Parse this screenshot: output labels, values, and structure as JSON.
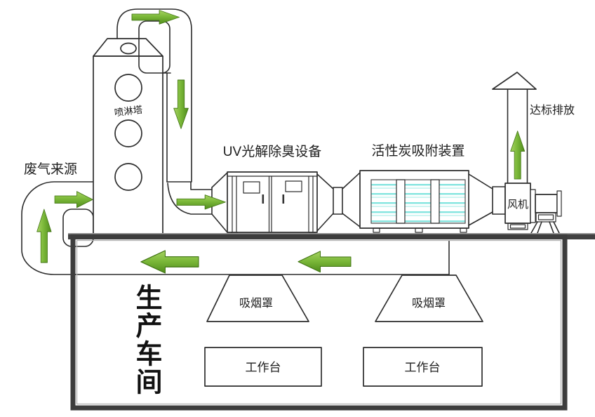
{
  "diagram": {
    "labels": {
      "waste_gas_source": "废气来源",
      "spray_tower": "喷淋塔",
      "uv_device": "UV光解除臭设备",
      "carbon_device": "活性炭吸附装置",
      "fan": "风机",
      "emission": "达标排放",
      "workshop": "生产车间",
      "smoke_hood": "吸烟罩",
      "workbench": "工作台"
    },
    "colors": {
      "arrow_green_light": "#a8d363",
      "arrow_green_dark": "#4f8c1b",
      "stripe_cyan": "#84e5df",
      "stripe_cyan_light": "#c6f3f0",
      "line": "#2d2d2d",
      "wall_dark": "#3d3d3d"
    }
  }
}
